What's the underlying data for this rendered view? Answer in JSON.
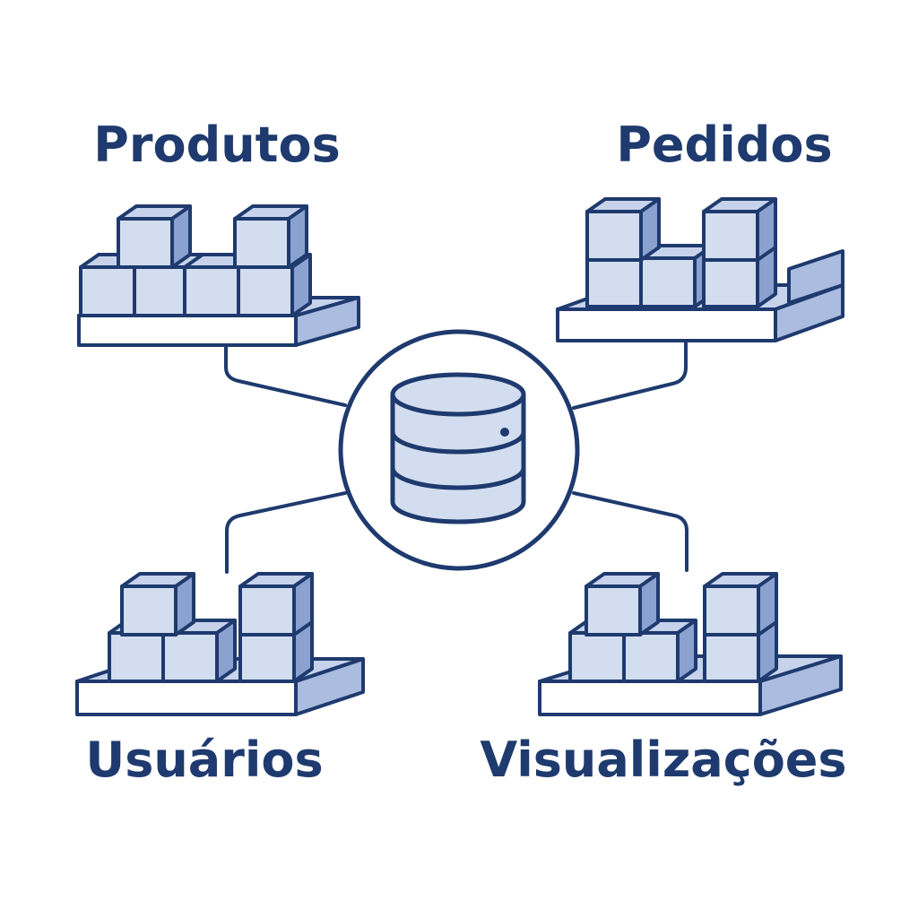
{
  "colors": {
    "stroke": "#1e3a6e",
    "box_face_light": "#d2ddef",
    "box_face_mid": "#aabcdf",
    "box_face_dark": "#8ba2d0",
    "pallet_top": "#c6d3eb",
    "background": "#ffffff"
  },
  "hub": {
    "icon": "database-icon"
  },
  "nodes": {
    "products": {
      "label": "Produtos",
      "icon": "pallet-boxes-icon"
    },
    "orders": {
      "label": "Pedidos",
      "icon": "pallet-boxes-icon"
    },
    "users": {
      "label": "Usuários",
      "icon": "pallet-boxes-icon"
    },
    "views": {
      "label": "Visualizações",
      "icon": "pallet-boxes-icon"
    }
  }
}
